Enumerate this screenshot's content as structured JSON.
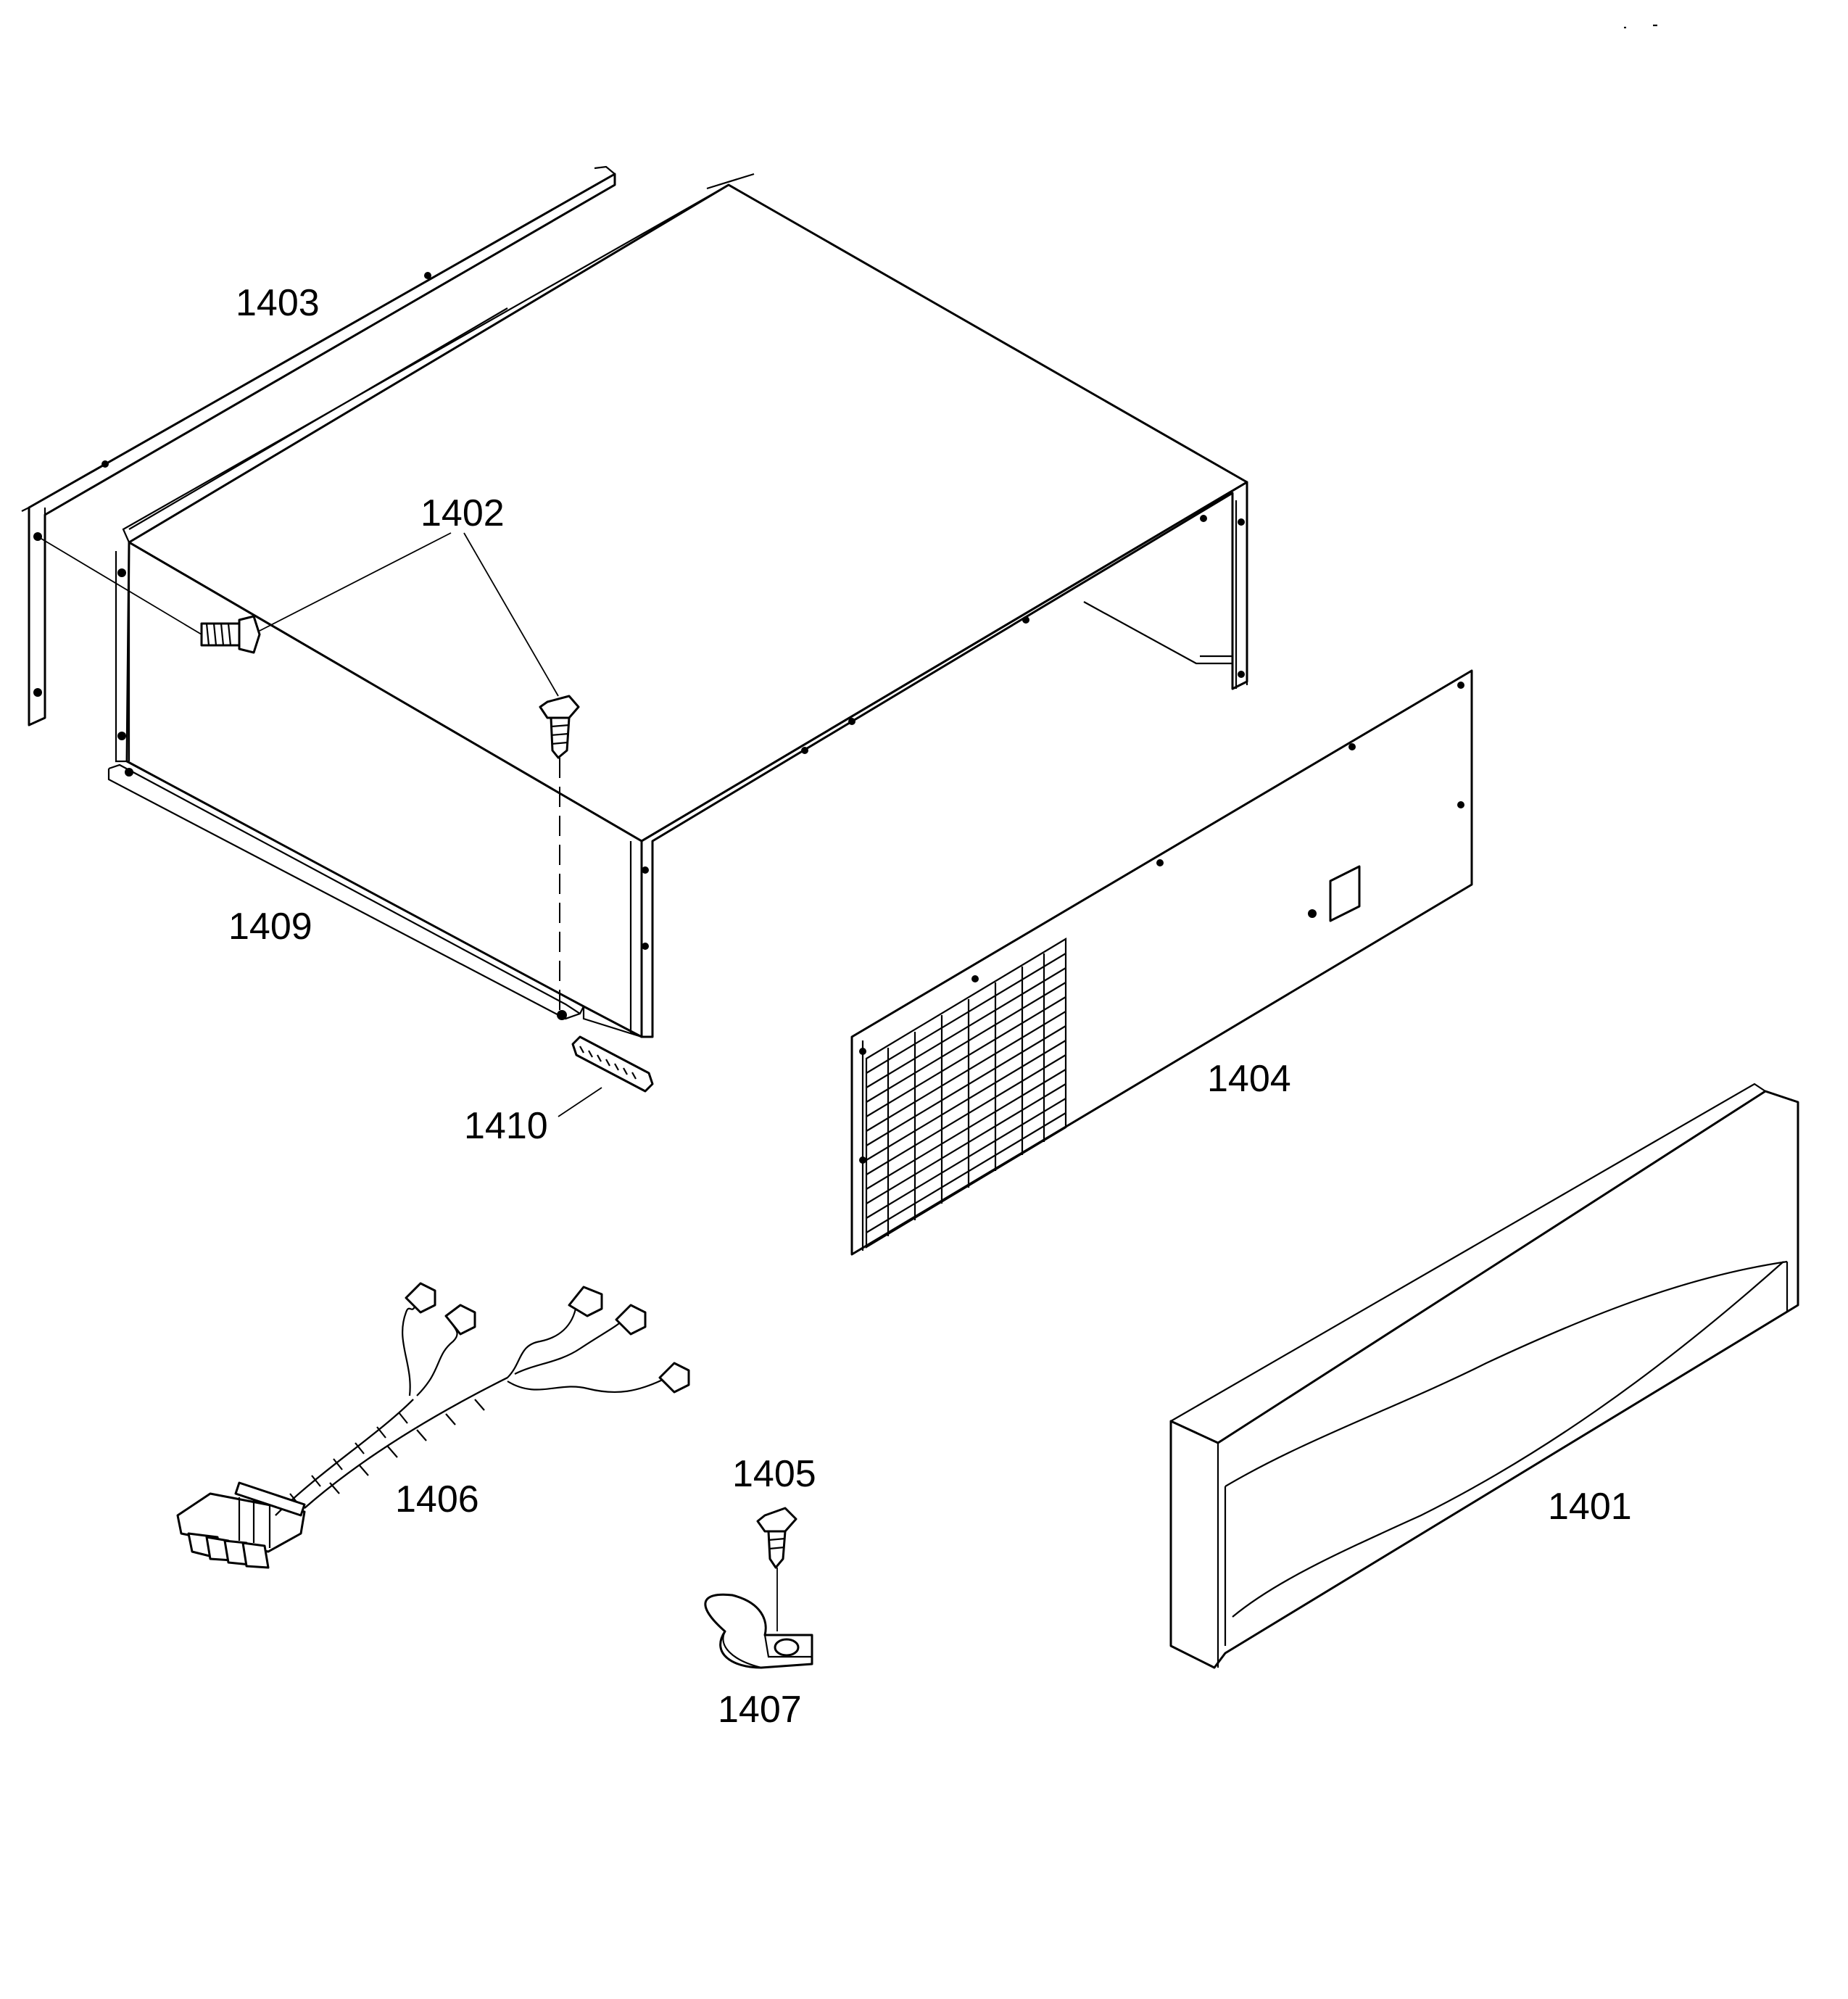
{
  "parts": [
    {
      "id": "back-panel",
      "label": "1403"
    },
    {
      "id": "screw-pair",
      "label": "1402"
    },
    {
      "id": "outer-case",
      "label": "1409"
    },
    {
      "id": "clip-strip",
      "label": "1410"
    },
    {
      "id": "louvered-panel",
      "label": "1404"
    },
    {
      "id": "wire-harness",
      "label": "1406"
    },
    {
      "id": "screw-single",
      "label": "1405"
    },
    {
      "id": "cable-clamp",
      "label": "1407"
    },
    {
      "id": "front-trim",
      "label": "1401"
    }
  ]
}
